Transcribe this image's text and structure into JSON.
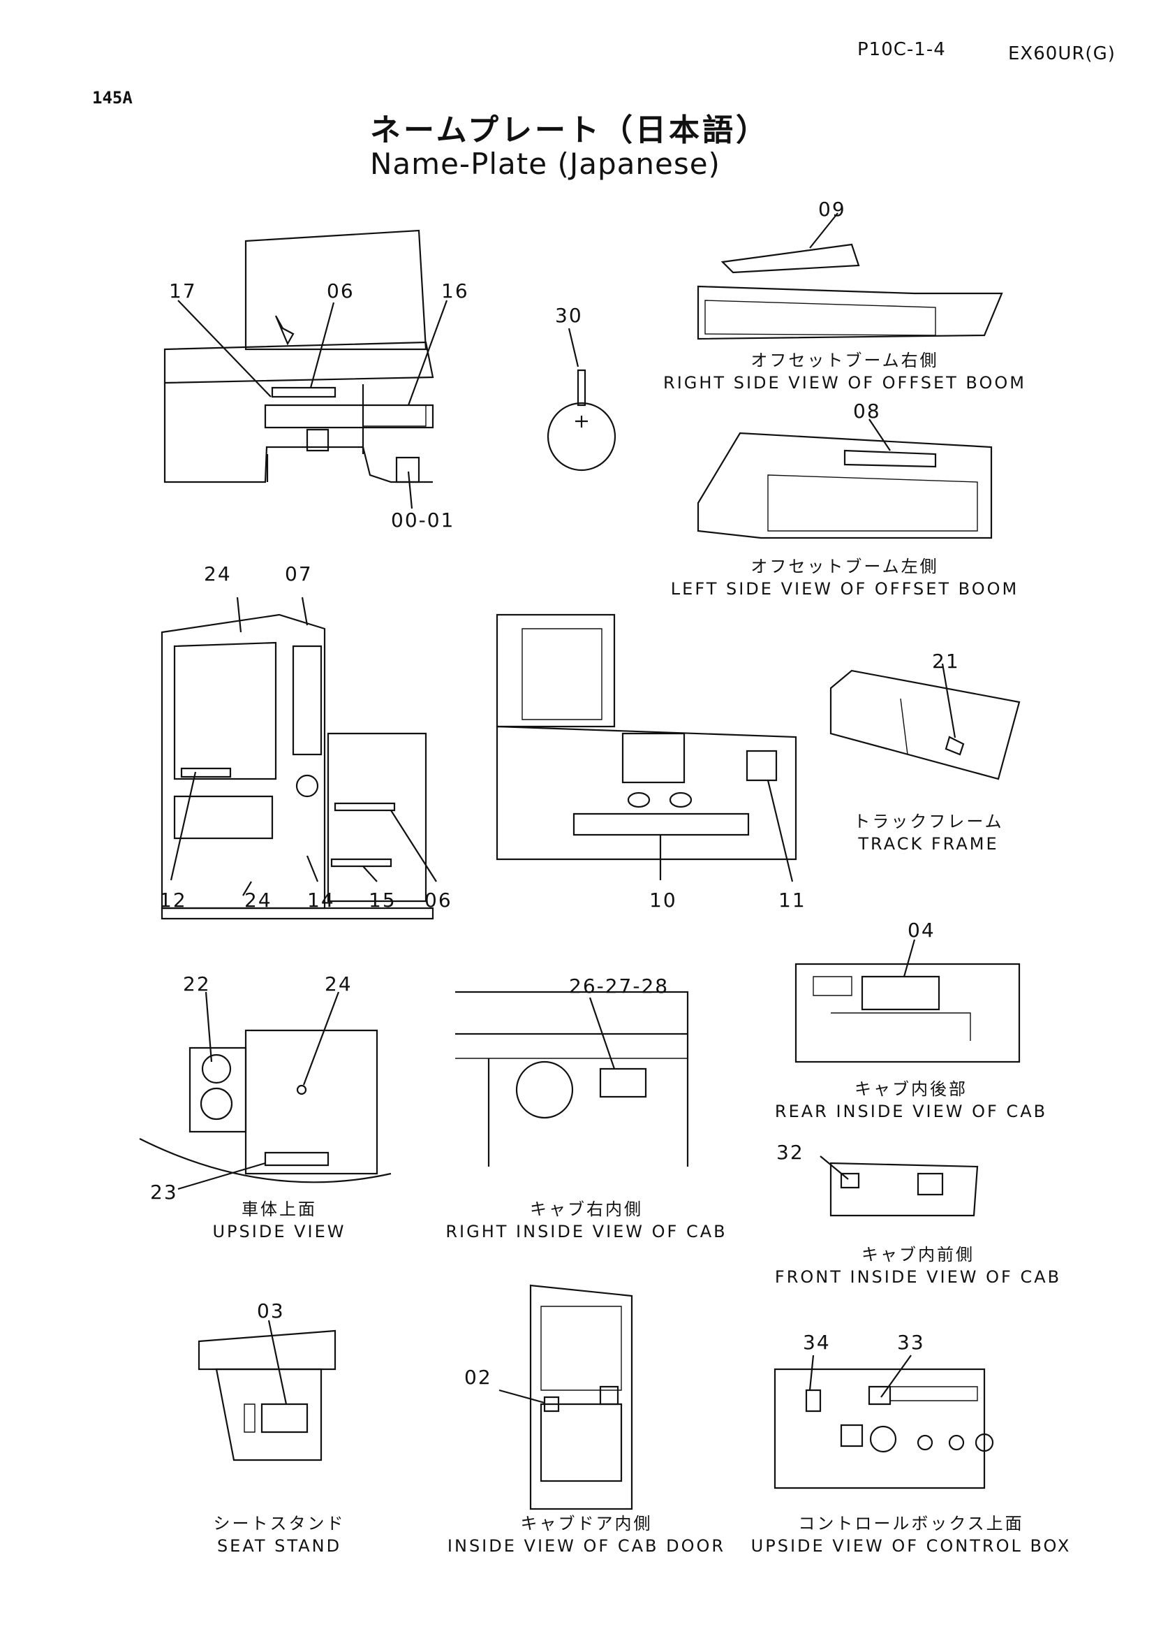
{
  "header": {
    "code": "P10C-1-4",
    "model": "EX60UR(G)",
    "page": "145A"
  },
  "title": {
    "japanese": "ネームプレート（日本語）",
    "english": "Name-Plate (Japanese)"
  },
  "callouts": {
    "n17": "17",
    "n06a": "06",
    "n16": "16",
    "n0001": "00-01",
    "n30": "30",
    "n09": "09",
    "n08": "08",
    "n24a": "24",
    "n07": "07",
    "n12": "12",
    "n24b": "24",
    "n14": "14",
    "n15": "15",
    "n06b": "06",
    "n10": "10",
    "n11": "11",
    "n21": "21",
    "n22": "22",
    "n24c": "24",
    "n23": "23",
    "n262728": "26-27-28",
    "n04": "04",
    "n32": "32",
    "n03": "03",
    "n02": "02",
    "n34": "34",
    "n33": "33"
  },
  "captions": {
    "right_boom_jp": "オフセットブーム右側",
    "right_boom_en": "RIGHT SIDE VIEW OF OFFSET BOOM",
    "left_boom_jp": "オフセットブーム左側",
    "left_boom_en": "LEFT SIDE VIEW OF OFFSET BOOM",
    "track_jp": "トラックフレーム",
    "track_en": "TRACK FRAME",
    "rear_cab_jp": "キャブ内後部",
    "rear_cab_en": "REAR INSIDE VIEW OF CAB",
    "upside_jp": "車体上面",
    "upside_en": "UPSIDE VIEW",
    "right_cab_jp": "キャブ右内側",
    "right_cab_en": "RIGHT INSIDE VIEW OF CAB",
    "front_cab_jp": "キャブ内前側",
    "front_cab_en": "FRONT INSIDE VIEW OF CAB",
    "seat_jp": "シートスタンド",
    "seat_en": "SEAT STAND",
    "door_jp": "キャブドア内側",
    "door_en": "INSIDE VIEW OF CAB DOOR",
    "control_jp": "コントロールボックス上面",
    "control_en": "UPSIDE VIEW OF CONTROL BOX"
  }
}
